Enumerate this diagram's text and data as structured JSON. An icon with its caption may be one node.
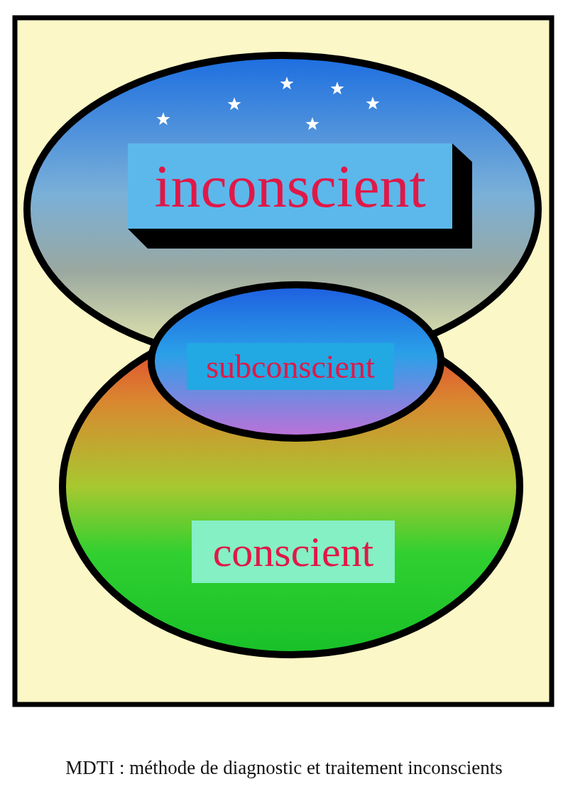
{
  "diagram": {
    "caption": "MDTI : méthode de diagnostic et traitement inconscients",
    "nodes": [
      {
        "text": [
          "inconscient"
        ]
      },
      {
        "text": [
          "subconscient"
        ]
      },
      {
        "text": [
          "conscient"
        ]
      }
    ],
    "edges": []
  }
}
